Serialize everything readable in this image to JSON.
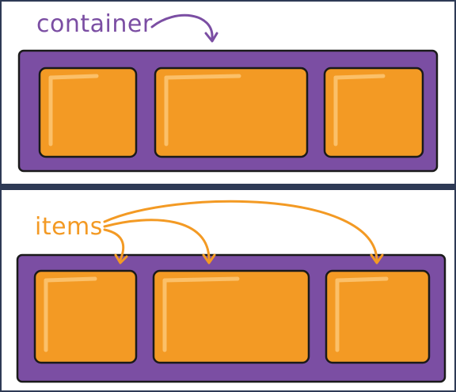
{
  "colors": {
    "container": "#7b4ea3",
    "container_label": "#7b4ea3",
    "item": "#f39a24",
    "item_highlight": "#fbc069",
    "items_label": "#f39a24",
    "outline": "#1a1a1a"
  },
  "top_panel": {
    "label": "container",
    "item_count": 3
  },
  "bottom_panel": {
    "label": "items",
    "item_count": 3
  }
}
